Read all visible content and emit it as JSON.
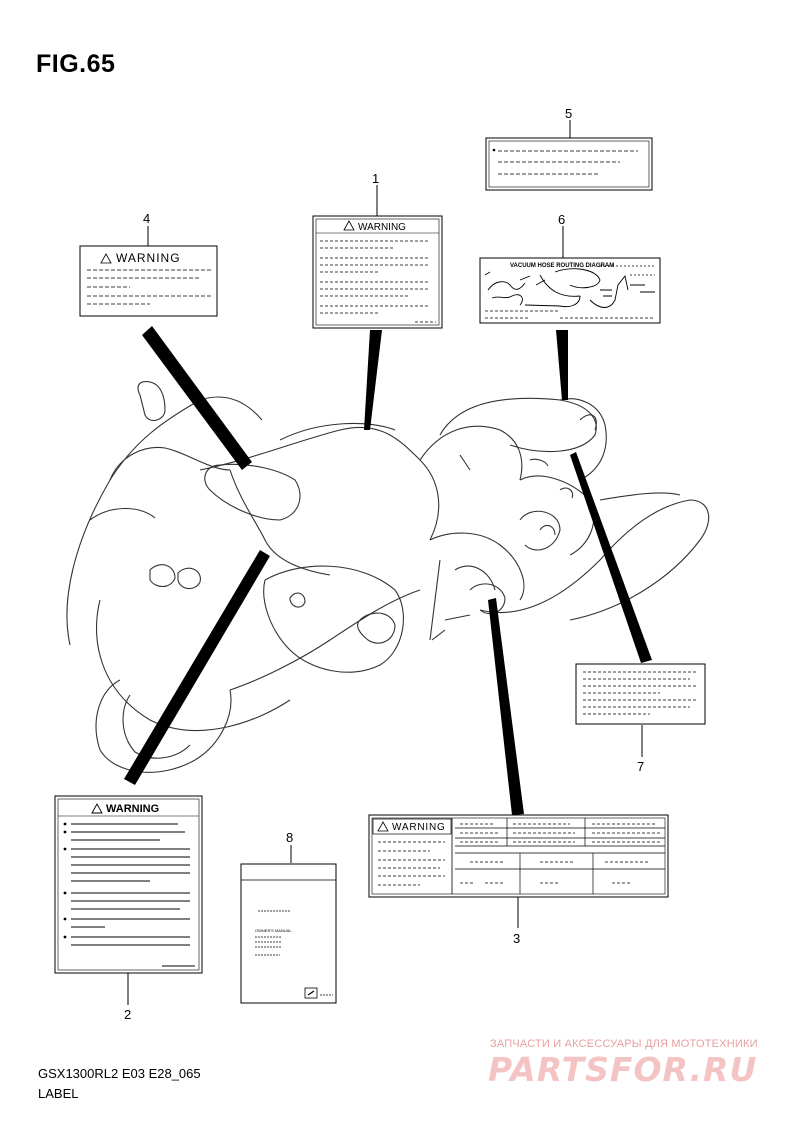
{
  "figure": {
    "title": "FIG.65"
  },
  "footer": {
    "model_code": "GSX1300RL2 E03 E28_065",
    "caption": "LABEL"
  },
  "watermark": {
    "subtitle": "ЗАПЧАСТИ И АКСЕССУАРЫ ДЛЯ МОТОТЕХНИКИ",
    "logo_text": "PARTSFOR.RU"
  },
  "callouts": [
    "1",
    "2",
    "3",
    "4",
    "5",
    "6",
    "7",
    "8"
  ],
  "labels": {
    "label_1": {
      "heading": "WARNING"
    },
    "label_2": {
      "heading": "WARNING"
    },
    "label_3": {
      "heading": "WARNING"
    },
    "label_4": {
      "heading": "WARNING"
    },
    "label_6": {
      "heading": "VACUUM HOSE ROUTING DIAGRAM"
    },
    "label_8": {
      "heading": "OWNER'S MANUAL"
    }
  }
}
